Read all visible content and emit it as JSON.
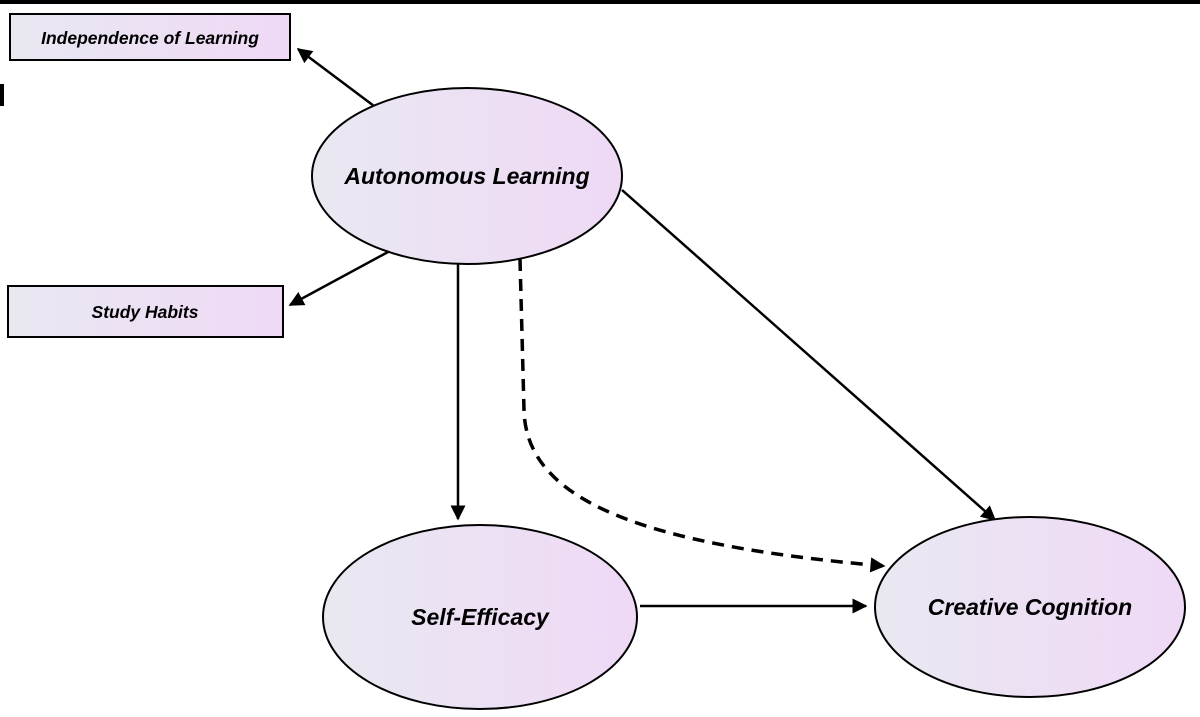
{
  "colors": {
    "background": "#ffffff",
    "node_fill_start": "#e9e8f1",
    "node_fill_end": "#efd9f6",
    "node_border": "#000000",
    "arrow": "#000000"
  },
  "nodes": {
    "autonomous_learning": {
      "label": "Autonomous Learning",
      "shape": "ellipse"
    },
    "independence_of_learning": {
      "label": "Independence of Learning",
      "shape": "rectangle"
    },
    "study_habits": {
      "label": "Study Habits",
      "shape": "rectangle"
    },
    "self_efficacy": {
      "label": "Self-Efficacy",
      "shape": "ellipse"
    },
    "creative_cognition": {
      "label": "Creative Cognition",
      "shape": "ellipse"
    }
  },
  "edges": [
    {
      "from": "Autonomous Learning",
      "to": "Independence of Learning",
      "style": "solid"
    },
    {
      "from": "Autonomous Learning",
      "to": "Study Habits",
      "style": "solid"
    },
    {
      "from": "Autonomous Learning",
      "to": "Self-Efficacy",
      "style": "solid"
    },
    {
      "from": "Autonomous Learning",
      "to": "Creative Cognition",
      "style": "solid"
    },
    {
      "from": "Autonomous Learning",
      "to": "Creative Cognition",
      "style": "dashed"
    },
    {
      "from": "Self-Efficacy",
      "to": "Creative Cognition",
      "style": "solid"
    }
  ]
}
